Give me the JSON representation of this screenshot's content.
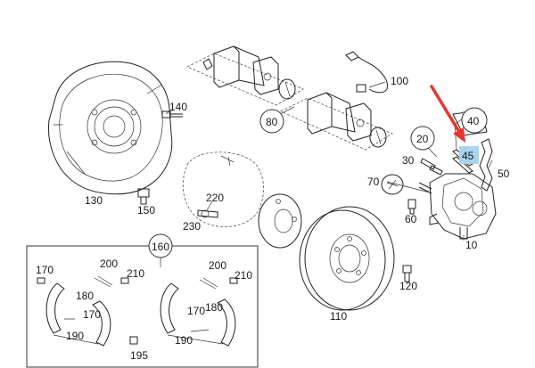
{
  "diagram": {
    "labels": {
      "p10": "10",
      "p20": "20",
      "p30": "30",
      "p40": "40",
      "p45": "45",
      "p50": "50",
      "p60": "60",
      "p70": "70",
      "p80": "80",
      "p100": "100",
      "p110": "110",
      "p120": "120",
      "p130": "130",
      "p140": "140",
      "p150": "150",
      "p160": "160",
      "p170a": "170",
      "p170b": "170",
      "p170c": "170",
      "p180a": "180",
      "p180b": "180",
      "p190a": "190",
      "p190b": "190",
      "p195": "195",
      "p200a": "200",
      "p200b": "200",
      "p210a": "210",
      "p210b": "210",
      "p220": "220",
      "p230": "230"
    },
    "colors": {
      "arrow": "#e8362c",
      "highlight_40": "#9e9e9e",
      "highlight_45": "#a9d3ee",
      "line": "#222222"
    }
  }
}
